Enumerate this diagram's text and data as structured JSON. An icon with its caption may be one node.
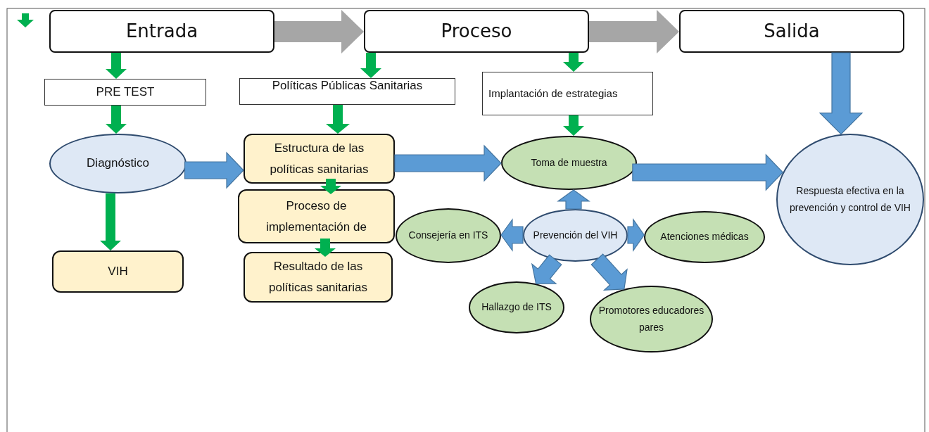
{
  "diagram": {
    "nodes": [
      {
        "text": [
          "Entrada"
        ]
      },
      {
        "text": [
          "Proceso"
        ]
      },
      {
        "text": [
          "Salida"
        ]
      },
      {
        "text": [
          "PRE TEST"
        ]
      },
      {
        "text": [
          "Políticas Públicas Sanitarias"
        ]
      },
      {
        "text": [
          "Implantación de estrategias"
        ]
      },
      {
        "text": [
          "Diagnóstico"
        ]
      },
      {
        "text": [
          "VIH"
        ]
      },
      {
        "text": [
          "Estructura de las políticas sanitarias"
        ]
      },
      {
        "text": [
          "Proceso de implementación de"
        ]
      },
      {
        "text": [
          "Resultado de las políticas sanitarias"
        ]
      },
      {
        "text": [
          "Toma de muestra"
        ]
      },
      {
        "text": [
          "Consejería en ITS"
        ]
      },
      {
        "text": [
          "Prevención del VIH"
        ]
      },
      {
        "text": [
          "Atenciones médicas"
        ]
      },
      {
        "text": [
          "Hallazgo de ITS"
        ]
      },
      {
        "text": [
          "Promotores educadores pares"
        ]
      },
      {
        "text": [
          "Respuesta efectiva en la prevención y control de VIH"
        ]
      }
    ],
    "edges": [
      {
        "from": 0,
        "to": 1,
        "arrow": "to",
        "color": "#a6a6a6"
      },
      {
        "from": 1,
        "to": 2,
        "arrow": "to",
        "color": "#a6a6a6"
      },
      {
        "from": 0,
        "to": 3,
        "arrow": "to",
        "color": "#00b050"
      },
      {
        "from": 3,
        "to": 6,
        "arrow": "to",
        "color": "#00b050"
      },
      {
        "from": 6,
        "to": 7,
        "arrow": "to",
        "color": "#00b050"
      },
      {
        "from": 1,
        "to": 4,
        "arrow": "to",
        "color": "#00b050"
      },
      {
        "from": 4,
        "to": 8,
        "arrow": "to",
        "color": "#00b050"
      },
      {
        "from": 8,
        "to": 9,
        "arrow": "to",
        "color": "#00b050"
      },
      {
        "from": 9,
        "to": 10,
        "arrow": "to",
        "color": "#00b050"
      },
      {
        "from": 1,
        "to": 5,
        "arrow": "to",
        "color": "#00b050"
      },
      {
        "from": 5,
        "to": 11,
        "arrow": "to",
        "color": "#00b050"
      },
      {
        "from": 6,
        "to": 8,
        "arrow": "to",
        "color": "#5b9bd5"
      },
      {
        "from": 8,
        "to": 11,
        "arrow": "to",
        "color": "#5b9bd5"
      },
      {
        "from": 11,
        "to": 17,
        "arrow": "to",
        "color": "#5b9bd5"
      },
      {
        "from": 2,
        "to": 17,
        "arrow": "to",
        "color": "#5b9bd5"
      },
      {
        "from": 13,
        "to": 11,
        "arrow": "to",
        "color": "#5b9bd5"
      },
      {
        "from": 13,
        "to": 12,
        "arrow": "to",
        "color": "#5b9bd5"
      },
      {
        "from": 13,
        "to": 14,
        "arrow": "to",
        "color": "#5b9bd5"
      },
      {
        "from": 13,
        "to": 15,
        "arrow": "to",
        "color": "#5b9bd5"
      },
      {
        "from": 13,
        "to": 16,
        "arrow": "to",
        "color": "#5b9bd5"
      }
    ]
  }
}
